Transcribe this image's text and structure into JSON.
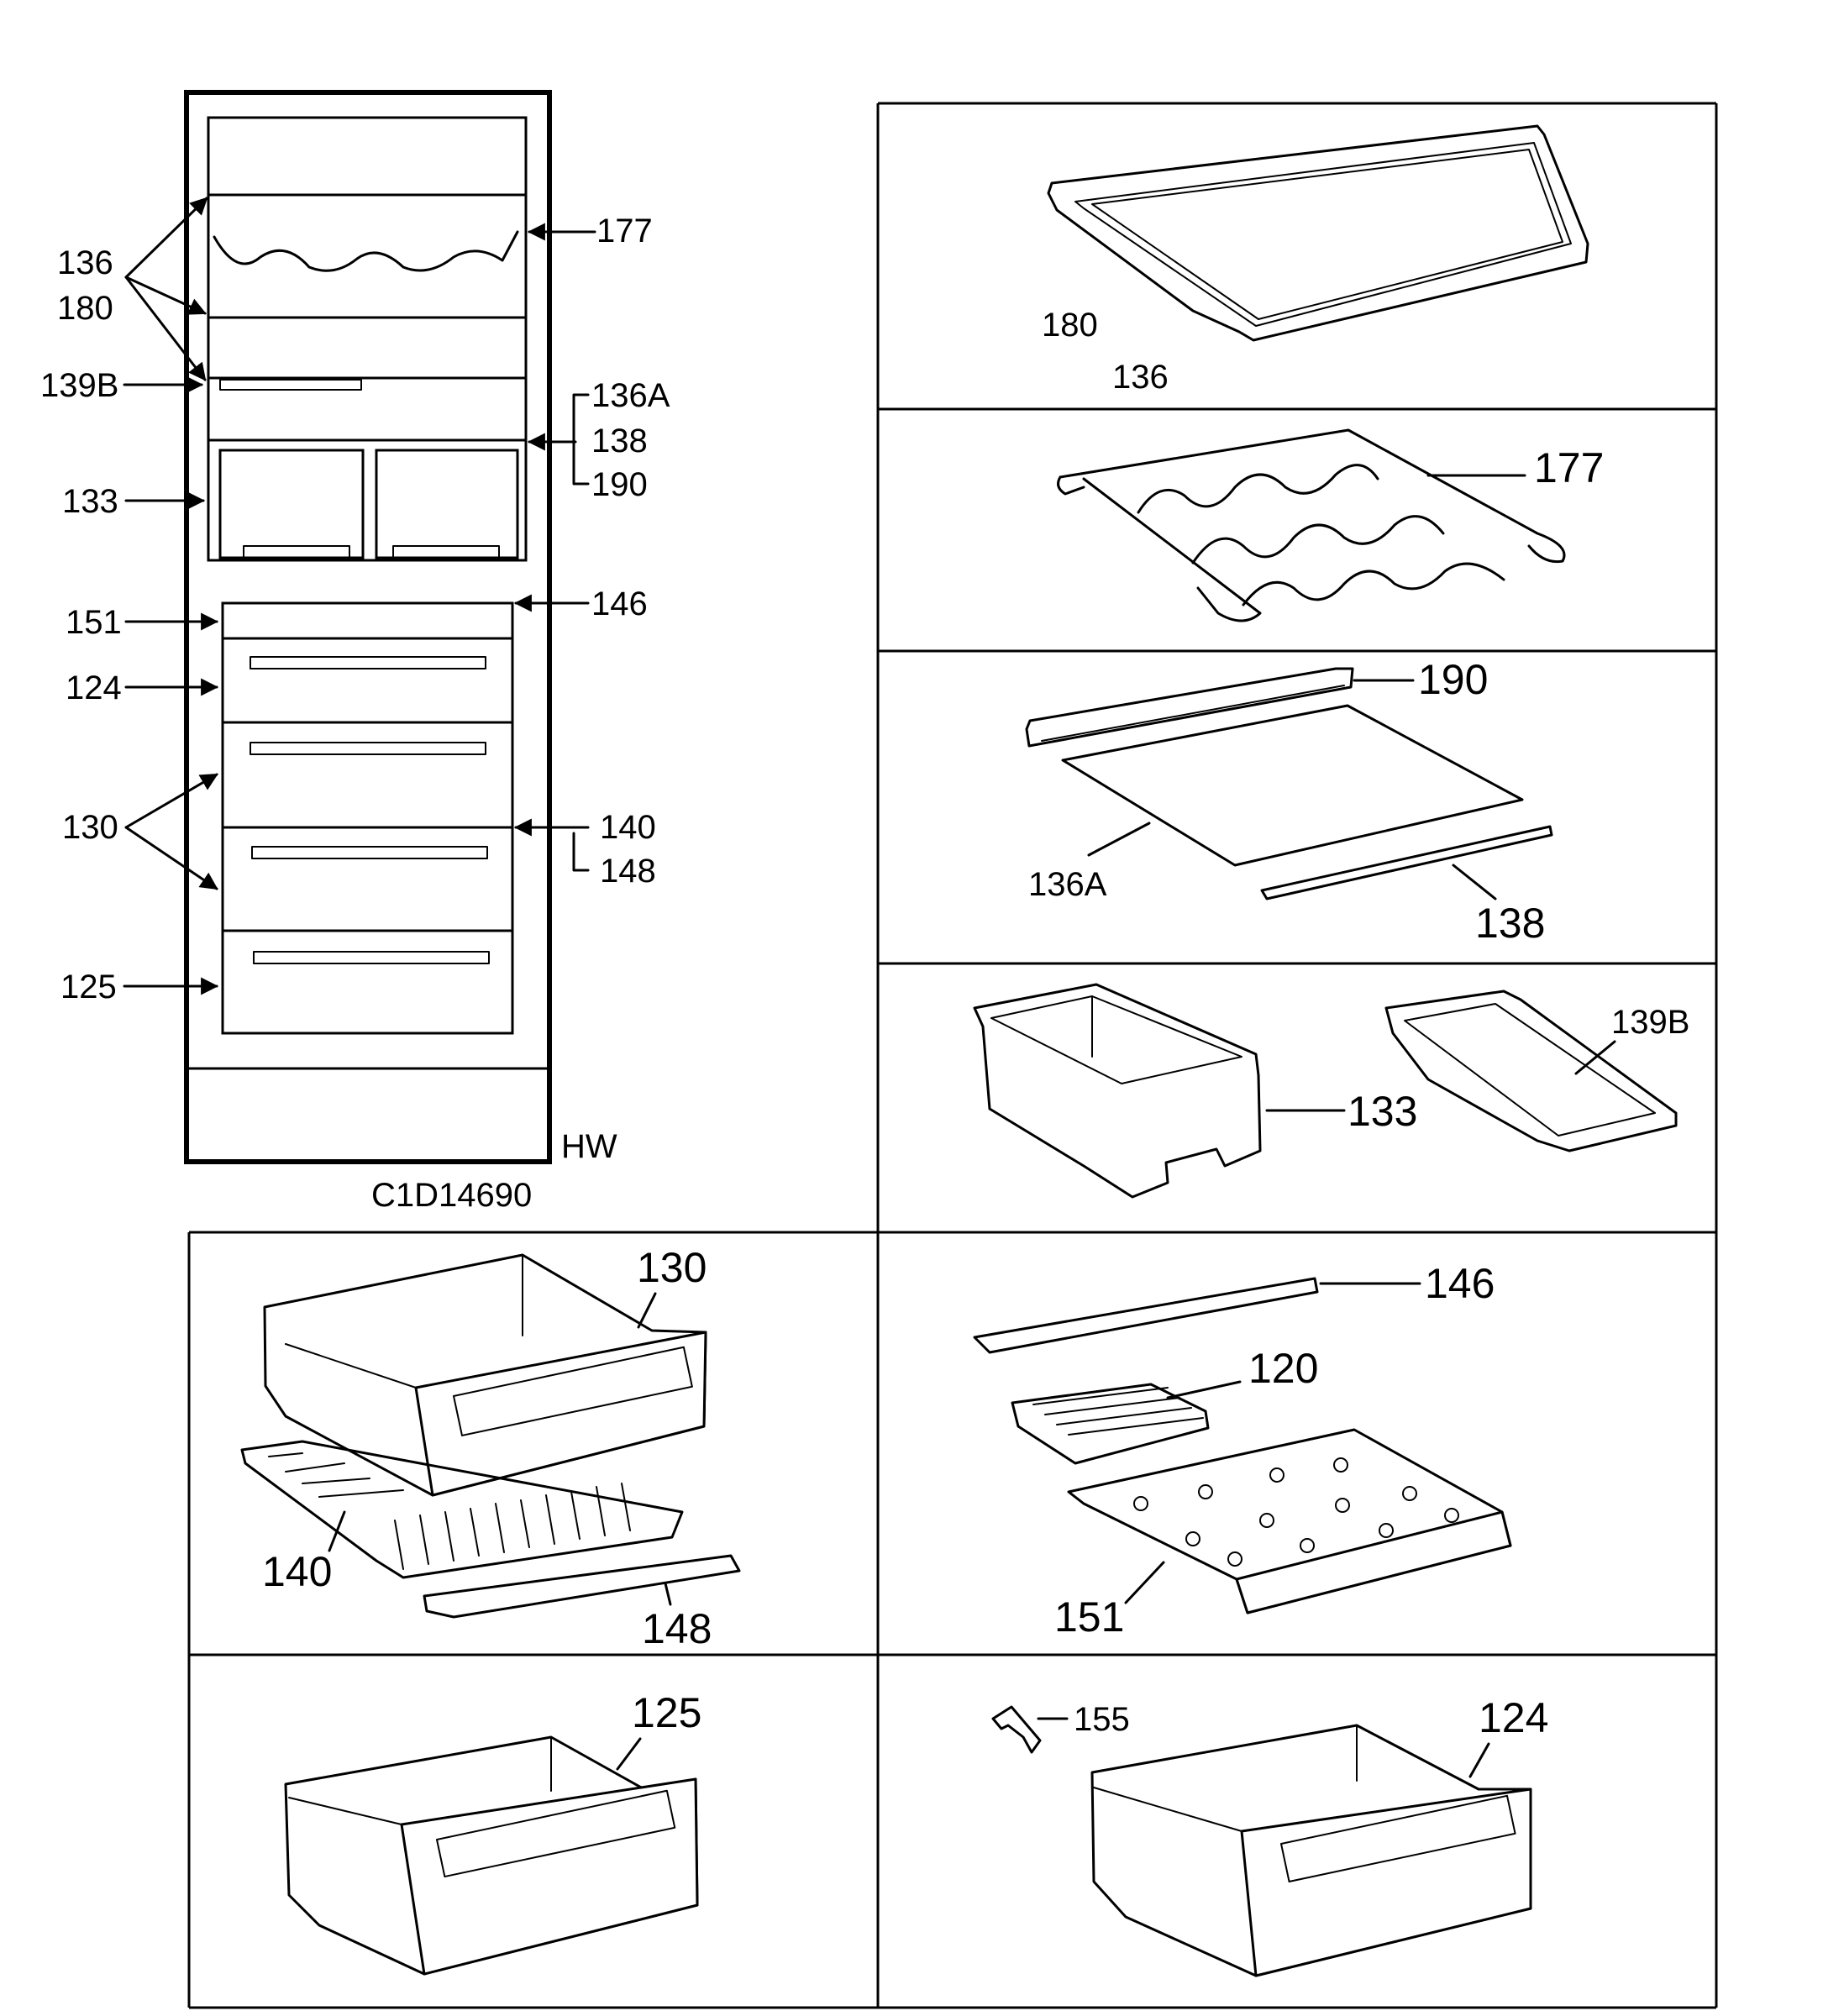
{
  "overview": {
    "drawing_number": "C1D14690",
    "model_code": "HW",
    "labels": {
      "l136": "136",
      "l180": "180",
      "l177": "177",
      "l139B": "139B",
      "l136A": "136A",
      "l138": "138",
      "l190": "190",
      "l133": "133",
      "l151": "151",
      "l146": "146",
      "l124": "124",
      "l130": "130",
      "l140": "140",
      "l148": "148",
      "l125": "125"
    }
  },
  "panels": {
    "shelf_frame": {
      "label_a": "180",
      "label_b": "136"
    },
    "wine_rack": {
      "label": "177"
    },
    "glass_shelf": {
      "label_trim": "190",
      "label_glass": "136A",
      "label_front": "138"
    },
    "bins": {
      "label_bin": "133",
      "label_tray": "139B"
    },
    "drawer_rack": {
      "label_drawer": "130",
      "label_rack": "140",
      "label_support": "148"
    },
    "freezer_tray": {
      "label_rail": "146",
      "label_ice": "120",
      "label_tray": "151"
    },
    "drawer_125": {
      "label": "125"
    },
    "drawer_124": {
      "label_clip": "155",
      "label_drawer": "124"
    }
  }
}
